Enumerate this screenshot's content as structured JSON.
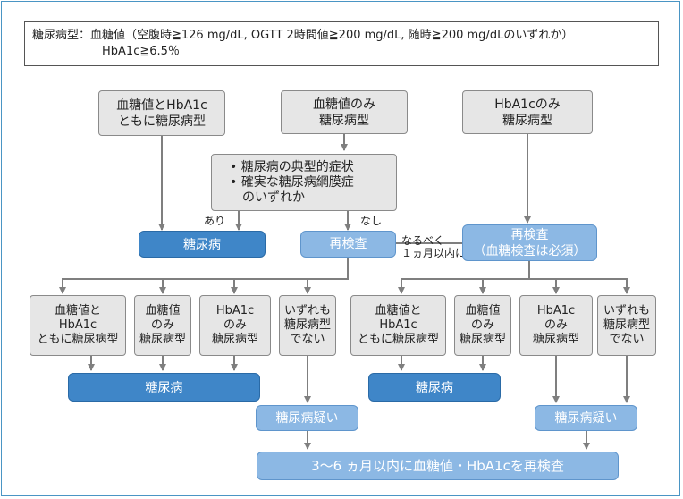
{
  "definition": {
    "line1": "糖尿病型：血糖値（空腹時≧126 mg/dL, OGTT 2時間値≧200 mg/dL, 随時≧200 mg/dLのいずれか）",
    "line2": "HbA1c≧6.5％"
  },
  "top": {
    "both": "血糖値とHbA1c\nともに糖尿病型",
    "glucose_only": "血糖値のみ\n糖尿病型",
    "hba1c_only": "HbA1cのみ\n糖尿病型"
  },
  "condition": {
    "item1": "• 糖尿病の典型的症状",
    "item2": "• 確実な糖尿病網膜症",
    "item3": "のいずれか"
  },
  "labels": {
    "yes": "あり",
    "no": "なし",
    "within_1month": "なるべく\n１ヵ月以内に"
  },
  "diabetes": "糖尿病",
  "retest": "再検査",
  "retest_required": "再検査\n（血糖検査は必須）",
  "left_group": {
    "both": "血糖値と\nHbA1c\nともに糖尿病型",
    "glucose": "血糖値\nのみ\n糖尿病型",
    "hba1c": "HbA1c\nのみ\n糖尿病型",
    "neither": "いずれも\n糖尿病型\nでない"
  },
  "right_group": {
    "both": "血糖値と\nHbA1c\nともに糖尿病型",
    "glucose": "血糖値\nのみ\n糖尿病型",
    "hba1c": "HbA1c\nのみ\n糖尿病型",
    "neither": "いずれも\n糖尿病型\nでない"
  },
  "suspected": "糖尿病疑い",
  "final": "3〜6 ヵ月以内に血糖値・HbA1cを再検査",
  "colors": {
    "border": "#4a95c4",
    "arrow": "#7f7f7f",
    "gray_box": "#e6e6e6",
    "dark_blue": "#3f86c8",
    "light_blue": "#8cb8e4"
  }
}
